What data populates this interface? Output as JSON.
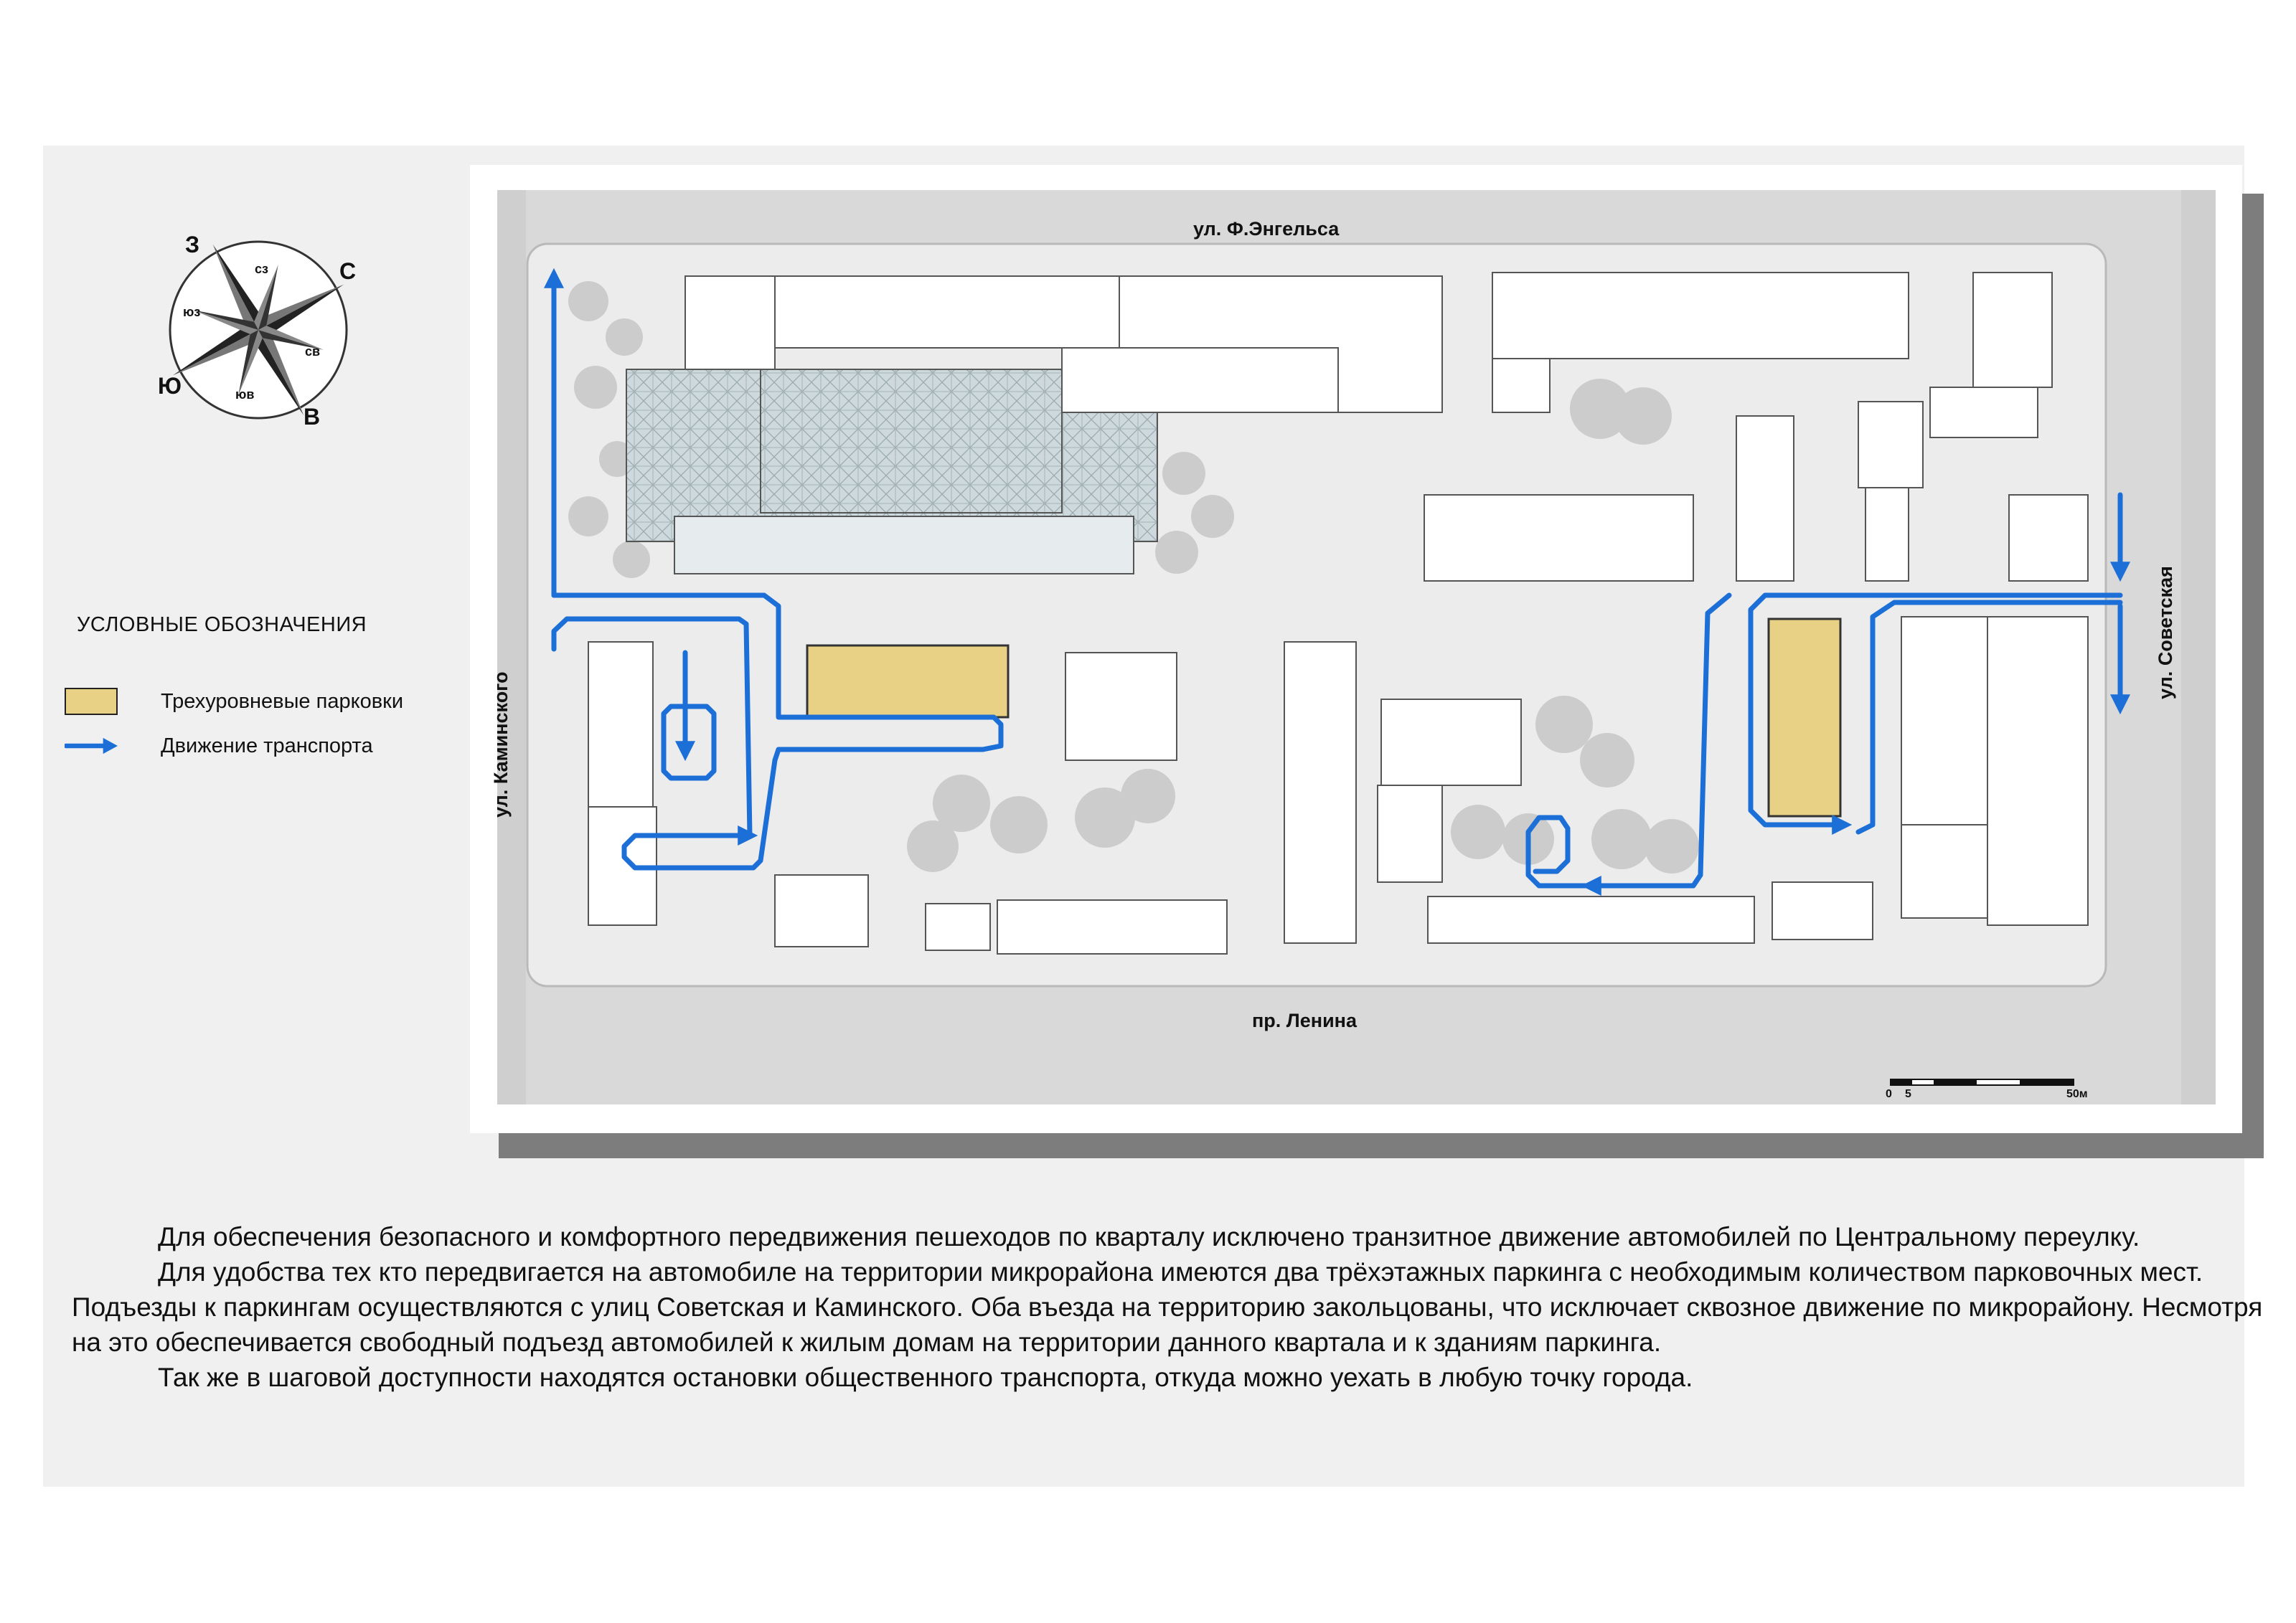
{
  "legend": {
    "title": "УСЛОВНЫЕ ОБОЗНАЧЕНИЯ",
    "items": [
      {
        "label": "Трехуровневые парковки",
        "color": "#e8d184",
        "symbol": "yellow-rect"
      },
      {
        "label": "Движение транспорта",
        "color": "#1c6fd6",
        "symbol": "blue-arrow"
      }
    ]
  },
  "compass": {
    "main": [
      "З",
      "С",
      "Ю",
      "В"
    ],
    "intermediate": [
      "сз",
      "юз",
      "св",
      "юв"
    ]
  },
  "streets": {
    "north": "ул. Ф.Энгельса",
    "south": "пр. Ленина",
    "west": "ул. Каминского",
    "east": "ул. Советская"
  },
  "scale": {
    "start": "0",
    "mid": "5",
    "end": "50м"
  },
  "colors": {
    "route": "#1c6fd6",
    "parking": "#e8d184",
    "building": "#ffffff",
    "ground": "#e6e6e6"
  },
  "description": [
    "Для обеспечения безопасного и комфортного передвижения пешеходов по кварталу исключено транзитное движение автомобилей по Центральному переулку.",
    "Для удобства тех кто передвигается на автомобиле на территории микрорайона имеются два трёхэтажных паркинга с необходимым количеством парковочных мест. Подъезды к паркингам осуществляются с улиц Советская и Каминского. Оба въезда на территорию закольцованы, что исключает сквозное движение по микрорайону. Несмотря на это обеспечивается свободный подъезд автомобилей к жилым домам на территории данного квартала и к зданиям паркинга.",
    "Так же в шаговой доступности находятся остановки общественного транспорта, откуда можно уехать в любую точку города."
  ]
}
